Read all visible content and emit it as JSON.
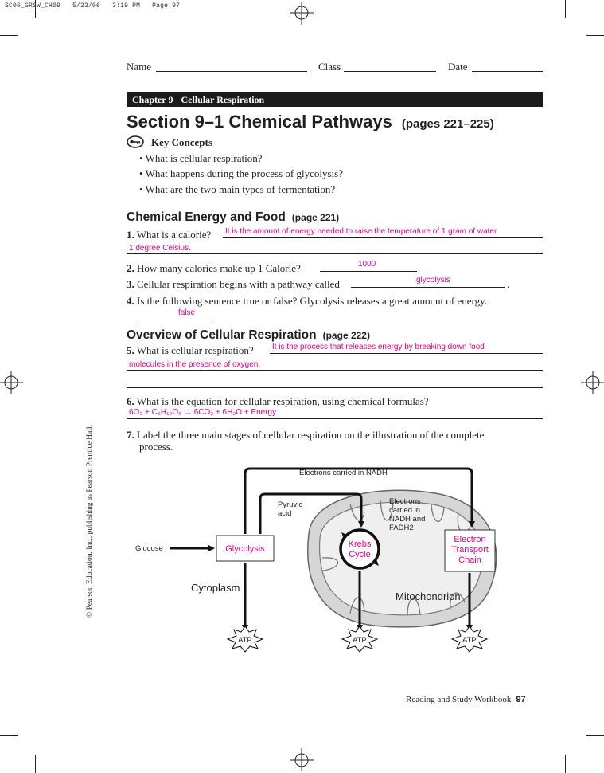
{
  "slug": {
    "code": "SC06_GRSW_CH09",
    "date": "5/23/06",
    "time": "3:19 PM",
    "page": "Page 97"
  },
  "header": {
    "name_label": "Name",
    "class_label": "Class",
    "date_label": "Date"
  },
  "chapter_bar": {
    "chapter": "Chapter 9",
    "title": "Cellular Respiration"
  },
  "section": {
    "title": "Section 9–1  Chemical Pathways",
    "pages": "(pages 221–225)"
  },
  "key_concepts": {
    "heading": "Key Concepts",
    "items": [
      "What is cellular respiration?",
      "What happens during the process of glycolysis?",
      "What are the two main types of fermentation?"
    ]
  },
  "chemical_energy": {
    "heading": "Chemical Energy and Food",
    "pages": "(page 221)",
    "q1": {
      "num": "1.",
      "text": "What is a calorie?",
      "answer_a": "It is the amount of energy needed to raise the temperature of 1 gram of water",
      "answer_b": "1 degree Celsius."
    },
    "q2": {
      "num": "2.",
      "text": "How many calories make up 1 Calorie?",
      "answer": "1000"
    },
    "q3": {
      "num": "3.",
      "text": "Cellular respiration begins with a pathway called",
      "answer": "glycolysis",
      "end": "."
    },
    "q4": {
      "num": "4.",
      "text": "Is the following sentence true or false? Glycolysis releases a great amount of energy.",
      "answer": "false"
    }
  },
  "overview": {
    "heading": "Overview of Cellular Respiration",
    "pages": "(page 222)",
    "q5": {
      "num": "5.",
      "text": "What is cellular respiration?",
      "answer_a": "It is the process that releases energy by breaking down food",
      "answer_b": "molecules in the presence of oxygen."
    },
    "q6": {
      "num": "6.",
      "text": "What is the equation for cellular respiration, using chemical formulas?",
      "answer": "6O₂ + C₆H₁₂O₆ → 6CO₂ + 6H₂O + Energy"
    },
    "q7": {
      "num": "7.",
      "text_a": "Label the three main stages of cellular respiration on the illustration of the complete",
      "text_b": "process."
    }
  },
  "diagram": {
    "electrons_nadh": "Electrons carried in NADH",
    "pyruvic": "Pyruvic acid",
    "electrons_nadh_fadh2": "Electrons carried in NADH and FADH2",
    "glucose": "Glucose",
    "glycolysis": "Glycolysis",
    "krebs": "Krebs Cycle",
    "etc": "Electron Transport Chain",
    "cytoplasm": "Cytoplasm",
    "mitochondrion": "Mitochondrion",
    "atp": "ATP",
    "colors": {
      "answer": "#e6007e",
      "mito_fill": "#d9d9d9",
      "matrix_fill": "#efefef"
    }
  },
  "credit": "© Pearson Education, Inc., publishing as Pearson Prentice Hall.",
  "footer": {
    "text": "Reading and Study Workbook",
    "page": "97"
  }
}
